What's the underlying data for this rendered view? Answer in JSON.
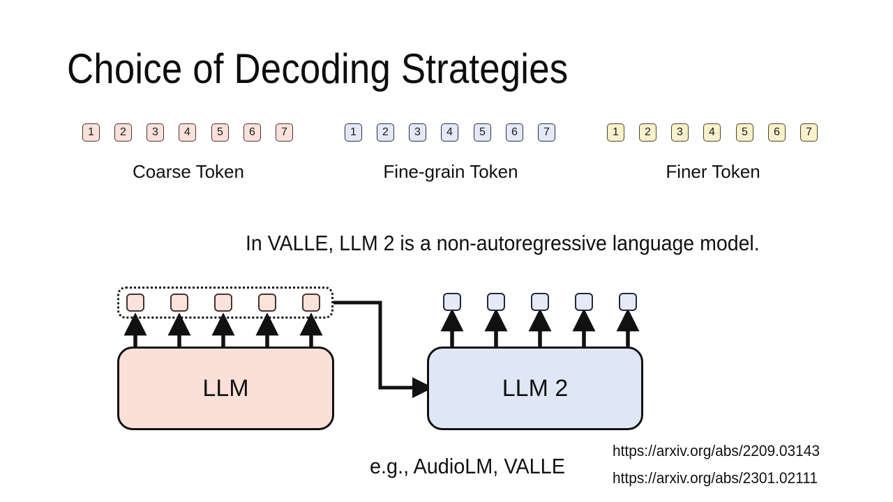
{
  "slide": {
    "title": "Choice of Decoding Strategies",
    "background_color": "#ffffff"
  },
  "token_rows": [
    {
      "name": "coarse",
      "label": "Coarse Token",
      "color": "#fae1da",
      "border_color": "#4a3330",
      "tokens": [
        "1",
        "2",
        "3",
        "4",
        "5",
        "6",
        "7"
      ]
    },
    {
      "name": "fine-grain",
      "label": "Fine-grain Token",
      "color": "#e3e9f6",
      "border_color": "#24303f",
      "tokens": [
        "1",
        "2",
        "3",
        "4",
        "5",
        "6",
        "7"
      ]
    },
    {
      "name": "finer",
      "label": "Finer Token",
      "color": "#faf0cc",
      "border_color": "#4a4328",
      "tokens": [
        "1",
        "2",
        "3",
        "4",
        "5",
        "6",
        "7"
      ]
    }
  ],
  "sentence": "In VALLE, LLM 2 is a non-autoregressive language model.",
  "diagram": {
    "llm1": {
      "label": "LLM",
      "fill": "#fbe0d8",
      "output_cells": 5,
      "output_cell_fill": "#fbe3dc",
      "grouped_by_dotted_box": true
    },
    "llm2": {
      "label": "LLM 2",
      "fill": "#dfe7f6",
      "output_cells": 5,
      "output_cell_fill": "#e4eaf6",
      "grouped_by_dotted_box": false
    }
  },
  "footer": {
    "example": "e.g., AudioLM, VALLE",
    "urls": [
      "https://arxiv.org/abs/2209.03143",
      "https://arxiv.org/abs/2301.02111"
    ]
  }
}
